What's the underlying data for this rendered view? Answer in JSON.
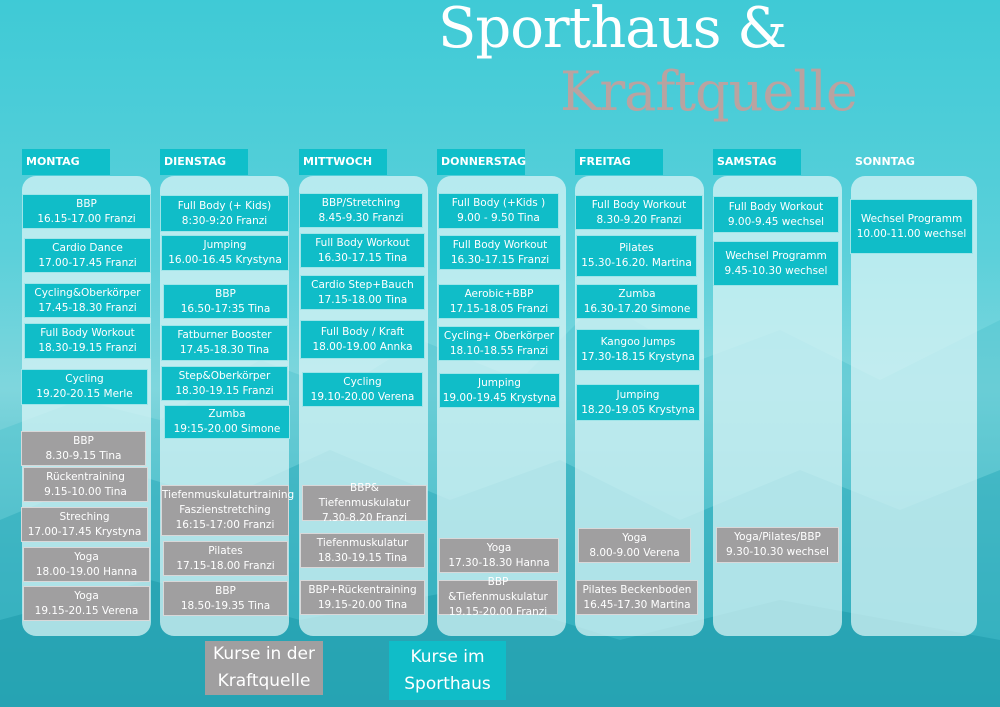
{
  "title": {
    "line1": "Sporthaus &",
    "line2": "Kraftquelle"
  },
  "colors": {
    "sporthaus": "#10bdc8",
    "kraftquelle": "#a09fa0",
    "title_accent": "#b9a3a1"
  },
  "days": [
    {
      "name": "MONTAG",
      "courses": [
        {
          "type": "sporthaus",
          "title": "BBP",
          "time": "16.15-17.00 Franzi"
        },
        {
          "type": "sporthaus",
          "title": "Cardio Dance",
          "time": "17.00-17.45 Franzi"
        },
        {
          "type": "sporthaus",
          "title": "Cycling&Oberkörper",
          "time": "17.45-18.30 Franzi"
        },
        {
          "type": "sporthaus",
          "title": "Full Body Workout",
          "time": "18.30-19.15 Franzi"
        },
        {
          "type": "sporthaus",
          "title": "Cycling",
          "time": "19.20-20.15  Merle"
        },
        {
          "type": "kraftquelle",
          "title": "BBP",
          "time": "8.30-9.15  Tina"
        },
        {
          "type": "kraftquelle",
          "title": "Rückentraining",
          "time": "9.15-10.00  Tina"
        },
        {
          "type": "kraftquelle",
          "title": "Streching",
          "time": "17.00-17.45 Krystyna"
        },
        {
          "type": "kraftquelle",
          "title": "Yoga",
          "time": "18.00-19.00  Hanna"
        },
        {
          "type": "kraftquelle",
          "title": "Yoga",
          "time": "19.15-20.15  Verena"
        }
      ]
    },
    {
      "name": "DIENSTAG",
      "courses": [
        {
          "type": "sporthaus",
          "title": "Full Body (+ Kids)",
          "time": "8:30-9:20 Franzi"
        },
        {
          "type": "sporthaus",
          "title": "Jumping",
          "time": "16.00-16.45 Krystyna"
        },
        {
          "type": "sporthaus",
          "title": "BBP",
          "time": "16.50-17:35 Tina"
        },
        {
          "type": "sporthaus",
          "title": "Fatburner Booster",
          "time": "17.45-18.30 Tina"
        },
        {
          "type": "sporthaus",
          "title": "Step&Oberkörper",
          "time": "18.30-19.15  Franzi"
        },
        {
          "type": "sporthaus",
          "title": "Zumba",
          "time": "19:15-20.00 Simone"
        },
        {
          "type": "kraftquelle",
          "title": "Tiefenmuskulaturtraining Faszienstretching",
          "time": "16:15-17:00 Franzi"
        },
        {
          "type": "kraftquelle",
          "title": "Pilates",
          "time": "17.15-18.00  Franzi"
        },
        {
          "type": "kraftquelle",
          "title": "BBP",
          "time": "18.50-19.35 Tina"
        }
      ]
    },
    {
      "name": "MITTWOCH",
      "courses": [
        {
          "type": "sporthaus",
          "title": "BBP/Stretching",
          "time": "8.45-9.30  Franzi"
        },
        {
          "type": "sporthaus",
          "title": "Full Body Workout",
          "time": "16.30-17.15  Tina"
        },
        {
          "type": "sporthaus",
          "title": "Cardio Step+Bauch",
          "time": "17.15-18.00  Tina"
        },
        {
          "type": "sporthaus",
          "title": "Full Body / Kraft",
          "time": "18.00-19.00  Annka"
        },
        {
          "type": "sporthaus",
          "title": "Cycling",
          "time": "19.10-20.00  Verena"
        },
        {
          "type": "kraftquelle",
          "title": "BBP& Tiefenmuskulatur",
          "time": "7.30-8.20 Franzi"
        },
        {
          "type": "kraftquelle",
          "title": "Tiefenmuskulatur",
          "time": "18.30-19.15  Tina"
        },
        {
          "type": "kraftquelle",
          "title": "BBP+Rückentraining",
          "time": "19.15-20.00   Tina"
        }
      ]
    },
    {
      "name": "DONNERSTAG",
      "courses": [
        {
          "type": "sporthaus",
          "title": "Full Body (+Kids )",
          "time": "9.00 - 9.50  Tina"
        },
        {
          "type": "sporthaus",
          "title": "Full Body Workout",
          "time": "16.30-17.15  Franzi"
        },
        {
          "type": "sporthaus",
          "title": "Aerobic+BBP",
          "time": "17.15-18.05 Franzi"
        },
        {
          "type": "sporthaus",
          "title": "Cycling+ Oberkörper",
          "time": "18.10-18.55  Franzi"
        },
        {
          "type": "sporthaus",
          "title": "Jumping",
          "time": "19.00-19.45  Krystyna"
        },
        {
          "type": "kraftquelle",
          "title": "Yoga",
          "time": "17.30-18.30  Hanna"
        },
        {
          "type": "kraftquelle",
          "title": "BBP &Tiefenmuskulatur",
          "time": "19.15-20.00  Franzi"
        }
      ]
    },
    {
      "name": "FREITAG",
      "courses": [
        {
          "type": "sporthaus",
          "title": "Full Body Workout",
          "time": "8.30-9.20  Franzi"
        },
        {
          "type": "sporthaus",
          "title": "Pilates",
          "time": "15.30-16.20. Martina"
        },
        {
          "type": "sporthaus",
          "title": "Zumba",
          "time": "16.30-17.20 Simone"
        },
        {
          "type": "sporthaus",
          "title": "Kangoo Jumps",
          "time": "17.30-18.15  Krystyna"
        },
        {
          "type": "sporthaus",
          "title": "Jumping",
          "time": "18.20-19.05 Krystyna"
        },
        {
          "type": "kraftquelle",
          "title": "Yoga",
          "time": "8.00-9.00  Verena"
        },
        {
          "type": "kraftquelle",
          "title": "Pilates Beckenboden",
          "time": "16.45-17.30  Martina"
        }
      ]
    },
    {
      "name": "SAMSTAG",
      "courses": [
        {
          "type": "sporthaus",
          "title": "Full Body Workout",
          "time": "9.00-9.45 wechsel"
        },
        {
          "type": "sporthaus",
          "title": "Wechsel Programm",
          "time": "9.45-10.30  wechsel"
        },
        {
          "type": "kraftquelle",
          "title": "Yoga/Pilates/BBP",
          "time": "9.30-10.30 wechsel"
        }
      ]
    },
    {
      "name": "SONNTAG",
      "courses": [
        {
          "type": "sporthaus",
          "title": "Wechsel Programm",
          "time": "10.00-11.00 wechsel"
        }
      ]
    }
  ],
  "legend": {
    "kraftquelle": {
      "line1": "Kurse in der",
      "line2": "Kraftquelle"
    },
    "sporthaus": {
      "line1": "Kurse im",
      "line2": "Sporthaus"
    }
  }
}
